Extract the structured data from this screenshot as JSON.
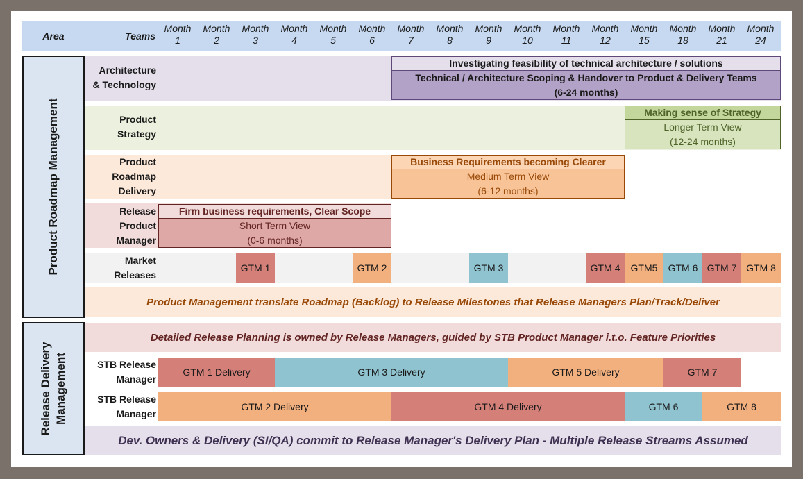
{
  "header": {
    "area_label": "Area",
    "teams_label": "Teams",
    "months": [
      {
        "word": "Month",
        "num": "1"
      },
      {
        "word": "Month",
        "num": "2"
      },
      {
        "word": "Month",
        "num": "3"
      },
      {
        "word": "Month",
        "num": "4"
      },
      {
        "word": "Month",
        "num": "5"
      },
      {
        "word": "Month",
        "num": "6"
      },
      {
        "word": "Month",
        "num": "7"
      },
      {
        "word": "Month",
        "num": "8"
      },
      {
        "word": "Month",
        "num": "9"
      },
      {
        "word": "Month",
        "num": "10"
      },
      {
        "word": "Month",
        "num": "11"
      },
      {
        "word": "Month",
        "num": "12"
      },
      {
        "word": "Month",
        "num": "15"
      },
      {
        "word": "Month",
        "num": "18"
      },
      {
        "word": "Month",
        "num": "21"
      },
      {
        "word": "Month",
        "num": "24"
      }
    ]
  },
  "areas": {
    "product_roadmap": "Product Roadmap Management",
    "release_delivery_line1": "Release Delivery",
    "release_delivery_line2": "Management"
  },
  "teams": {
    "architecture": [
      "Architecture",
      "& Technology"
    ],
    "product_strategy": [
      "Product",
      "Strategy"
    ],
    "roadmap_delivery": [
      "Product",
      "Roadmap",
      "Delivery"
    ],
    "release_pm": [
      "Release",
      "Product",
      "Manager"
    ],
    "market_releases": [
      "Market",
      "Releases"
    ],
    "stb_rm_1": [
      "STB Release",
      "Manager"
    ],
    "stb_rm_2": [
      "STB Release",
      "Manager"
    ]
  },
  "bars": {
    "arch_investigate": "Investigating feasibility of technical architecture / solutions",
    "arch_scoping": [
      "Technical / Architecture Scoping & Handover to Product & Delivery Teams",
      "(6-24 months)"
    ],
    "strategy_title": "Making sense of Strategy",
    "strategy_body": [
      "Longer Term View",
      "(12-24 months)"
    ],
    "roadmap_title": "Business Requirements becoming Clearer",
    "roadmap_body": [
      "Medium Term View",
      "(6-12 months)"
    ],
    "release_title": "Firm business requirements, Clear Scope",
    "release_body": [
      "Short Term View",
      "(0-6 months)"
    ]
  },
  "gtm_markers": [
    "GTM 1",
    "GTM 2",
    "GTM 3",
    "GTM 4",
    "GTM5",
    "GTM 6",
    "GTM 7",
    "GTM 8"
  ],
  "banners": {
    "pm_translate": "Product Management translate Roadmap (Backlog) to Release Milestones that Release Managers Plan/Track/Deliver",
    "detailed_planning": "Detailed Release Planning is owned by Release Managers, guided by STB Product Manager i.t.o. Feature Priorities",
    "dev_owners": "Dev. Owners & Delivery (SI/QA) commit to Release Manager's Delivery Plan - Multiple Release Streams Assumed"
  },
  "deliveries": {
    "stream1": [
      "GTM 1 Delivery",
      "GTM 3 Delivery",
      "GTM 5 Delivery",
      "GTM 7"
    ],
    "stream2": [
      "GTM 2 Delivery",
      "GTM 4 Delivery",
      "GTM 6",
      "GTM 8"
    ]
  },
  "colors": {
    "header_blue": "#c6d9f1",
    "purple_light": "#e5dfec",
    "purple": "#b3a2c7",
    "green_light": "#ebf1de",
    "green": "#c3d69b",
    "orange_light": "#fde9d9",
    "orange": "#f5b482",
    "red_light": "#f2dcdb",
    "red": "#d99694",
    "gtm_red": "#d48079",
    "gtm_orange": "#f2b07e",
    "gtm_blue": "#8fc3cf"
  }
}
